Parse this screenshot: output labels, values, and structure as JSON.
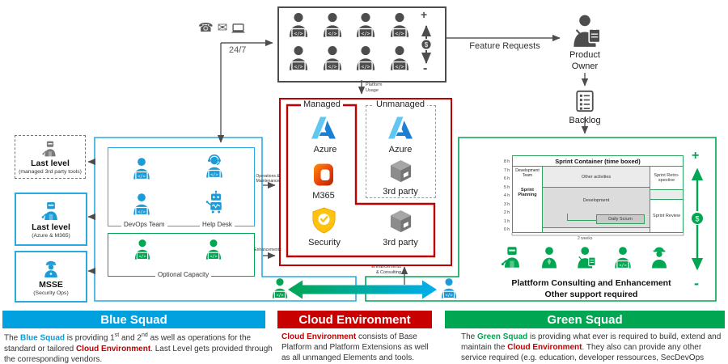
{
  "colors": {
    "blue": "#00a1de",
    "red": "#c00000",
    "green": "#00a651",
    "gray": "#4d4d4d"
  },
  "icons": [
    "phone-icon",
    "mail-icon",
    "laptop-icon",
    "developer-icon",
    "headset-agent-icon",
    "robot-icon",
    "mechanic-icon",
    "police-icon",
    "product-owner-icon",
    "backlog-icon",
    "azure-icon",
    "m365-icon",
    "security-shield-icon",
    "package-icon",
    "welder-icon",
    "consultant-icon",
    "analyst-icon",
    "builder-icon",
    "scale-arrow"
  ],
  "contact": {
    "label": "24/7"
  },
  "users": {
    "plus": "+",
    "minus": "-",
    "scale_symbol": "$"
  },
  "platform_usage": {
    "line1": "Platform",
    "line2": "Usage"
  },
  "feature_requests": "Feature Requests",
  "product_owner": {
    "line1": "Product",
    "line2": "Owner"
  },
  "backlog": "Backlog",
  "cloud": {
    "managed": "Managed",
    "unmanaged": "Unmanaged",
    "azure_managed": "Azure",
    "azure_unmanaged": "Azure",
    "m365": "M365",
    "security": "Security",
    "party_unmanaged": "3rd party",
    "party_managed": "3rd party"
  },
  "left_boxes": {
    "b1": {
      "title": "Last level",
      "subtitle": "(managed 3rd party tools)"
    },
    "b2": {
      "title": "Last level",
      "subtitle": "(Azure & M365)"
    },
    "b3": {
      "title": "MSSE",
      "subtitle": "(Security Ops)"
    }
  },
  "teams": {
    "devops": "DevOps Team",
    "helpdesk": "Help Desk",
    "optional": "Optional Capacity",
    "ops_arrow": {
      "line1": "Operations &",
      "line2": "Maintenance"
    },
    "enh_arrow": "Enhancements",
    "enh_consulting": {
      "line1": "Enhancements",
      "line2": "& Consulting"
    }
  },
  "sprint": {
    "title": "Sprint Container (time boxed)",
    "y_ticks": [
      "8 h",
      "7 h",
      "6 h",
      "5 h",
      "4 h",
      "3 h",
      "2 h",
      "1 h",
      "0 h"
    ],
    "dev_team": "Development Team",
    "planning": "Sprint Planning",
    "other": "Other activities",
    "development": "Development",
    "daily_scrum": "Daily Scrum",
    "retro": "Sprint Retro- spective",
    "review": "Sprint Review",
    "x_label": "2 weeks"
  },
  "green": {
    "consult1": "Plattform Consulting and Enhancement",
    "consult2": "Other support required",
    "plus": "+",
    "minus": "-",
    "scale_symbol": "$"
  },
  "bars": {
    "blue": "Blue Squad",
    "cloud": "Cloud Environment",
    "green": "Green Squad"
  },
  "para": {
    "blue": {
      "t1": "The ",
      "b1": "Blue Squad",
      "t2": " is providing 1",
      "s1": "st",
      "t3": " and 2",
      "s2": "nd",
      "t4": " as well as operations for the standard or tailored ",
      "b2": "Cloud Environment",
      "t5": ". Last Level gets provided through the corresponding vendors."
    },
    "cloud": {
      "b1": "Cloud Environment",
      "t1": " consists of Base Platform and Platform Extensions as well as all unmanged Elements and tools."
    },
    "green": {
      "t1": "The ",
      "b1": "Green Squad",
      "t2": " is providing what ever is required to build, extend and maintain the ",
      "b2": "Cloud Environment",
      "t3": ". They also can provide any other service required (e.g. education, developer ressources, SecDevOps consulting)"
    }
  }
}
